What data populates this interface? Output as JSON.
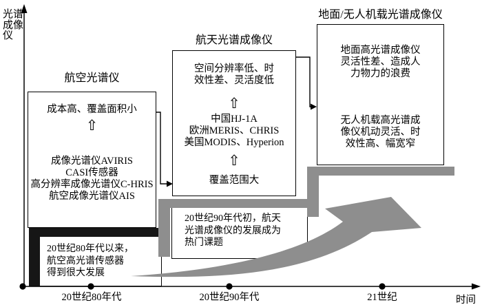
{
  "diagram": {
    "y_axis_label": "光谱\n成像\n仪",
    "x_axis_label": "时间",
    "x_ticks": [
      "20世纪80年代",
      "20世纪90年代",
      "21世纪"
    ],
    "up_arrow_glyph": "⇧"
  },
  "boxes": {
    "aviation": {
      "title": "航空光谱仪",
      "drawback": "成本高、覆盖面积小",
      "items": [
        "成像光谱仪AVIRIS",
        "CASI传感器",
        "高分辨率成像光谱仪C-HRIS",
        "航空成像光谱仪AIS"
      ]
    },
    "spaceborne": {
      "title": "航天光谱成像仪",
      "drawback_line1": "空间分辨率低、时",
      "drawback_line2": "效性差、灵活度低",
      "items": [
        "中国HJ-1A",
        "欧洲MERIS、CHRIS",
        "美国MODIS、Hyperion"
      ],
      "advantage": "覆盖范围大"
    },
    "ground_uav": {
      "title": "地面/无人机载光谱成像仪",
      "para1": [
        "地面高光谱成像仪",
        "灵活性差、造成人",
        "力物力的浪费"
      ],
      "para2": [
        "无人机载高光谱成",
        "像仪机动灵活、时",
        "效性高、幅宽窄"
      ]
    }
  },
  "notes": {
    "eighties": [
      "20世纪80年代以来，",
      "航空高光谱传感器",
      "得到很大发展"
    ],
    "nineties": [
      "20世纪90年代初，航天",
      "光谱成像仪的发展成为",
      "热门课题"
    ]
  },
  "colors": {
    "step_black": "#161616",
    "step_gray": "#8e8e8e",
    "line": "#000000"
  }
}
